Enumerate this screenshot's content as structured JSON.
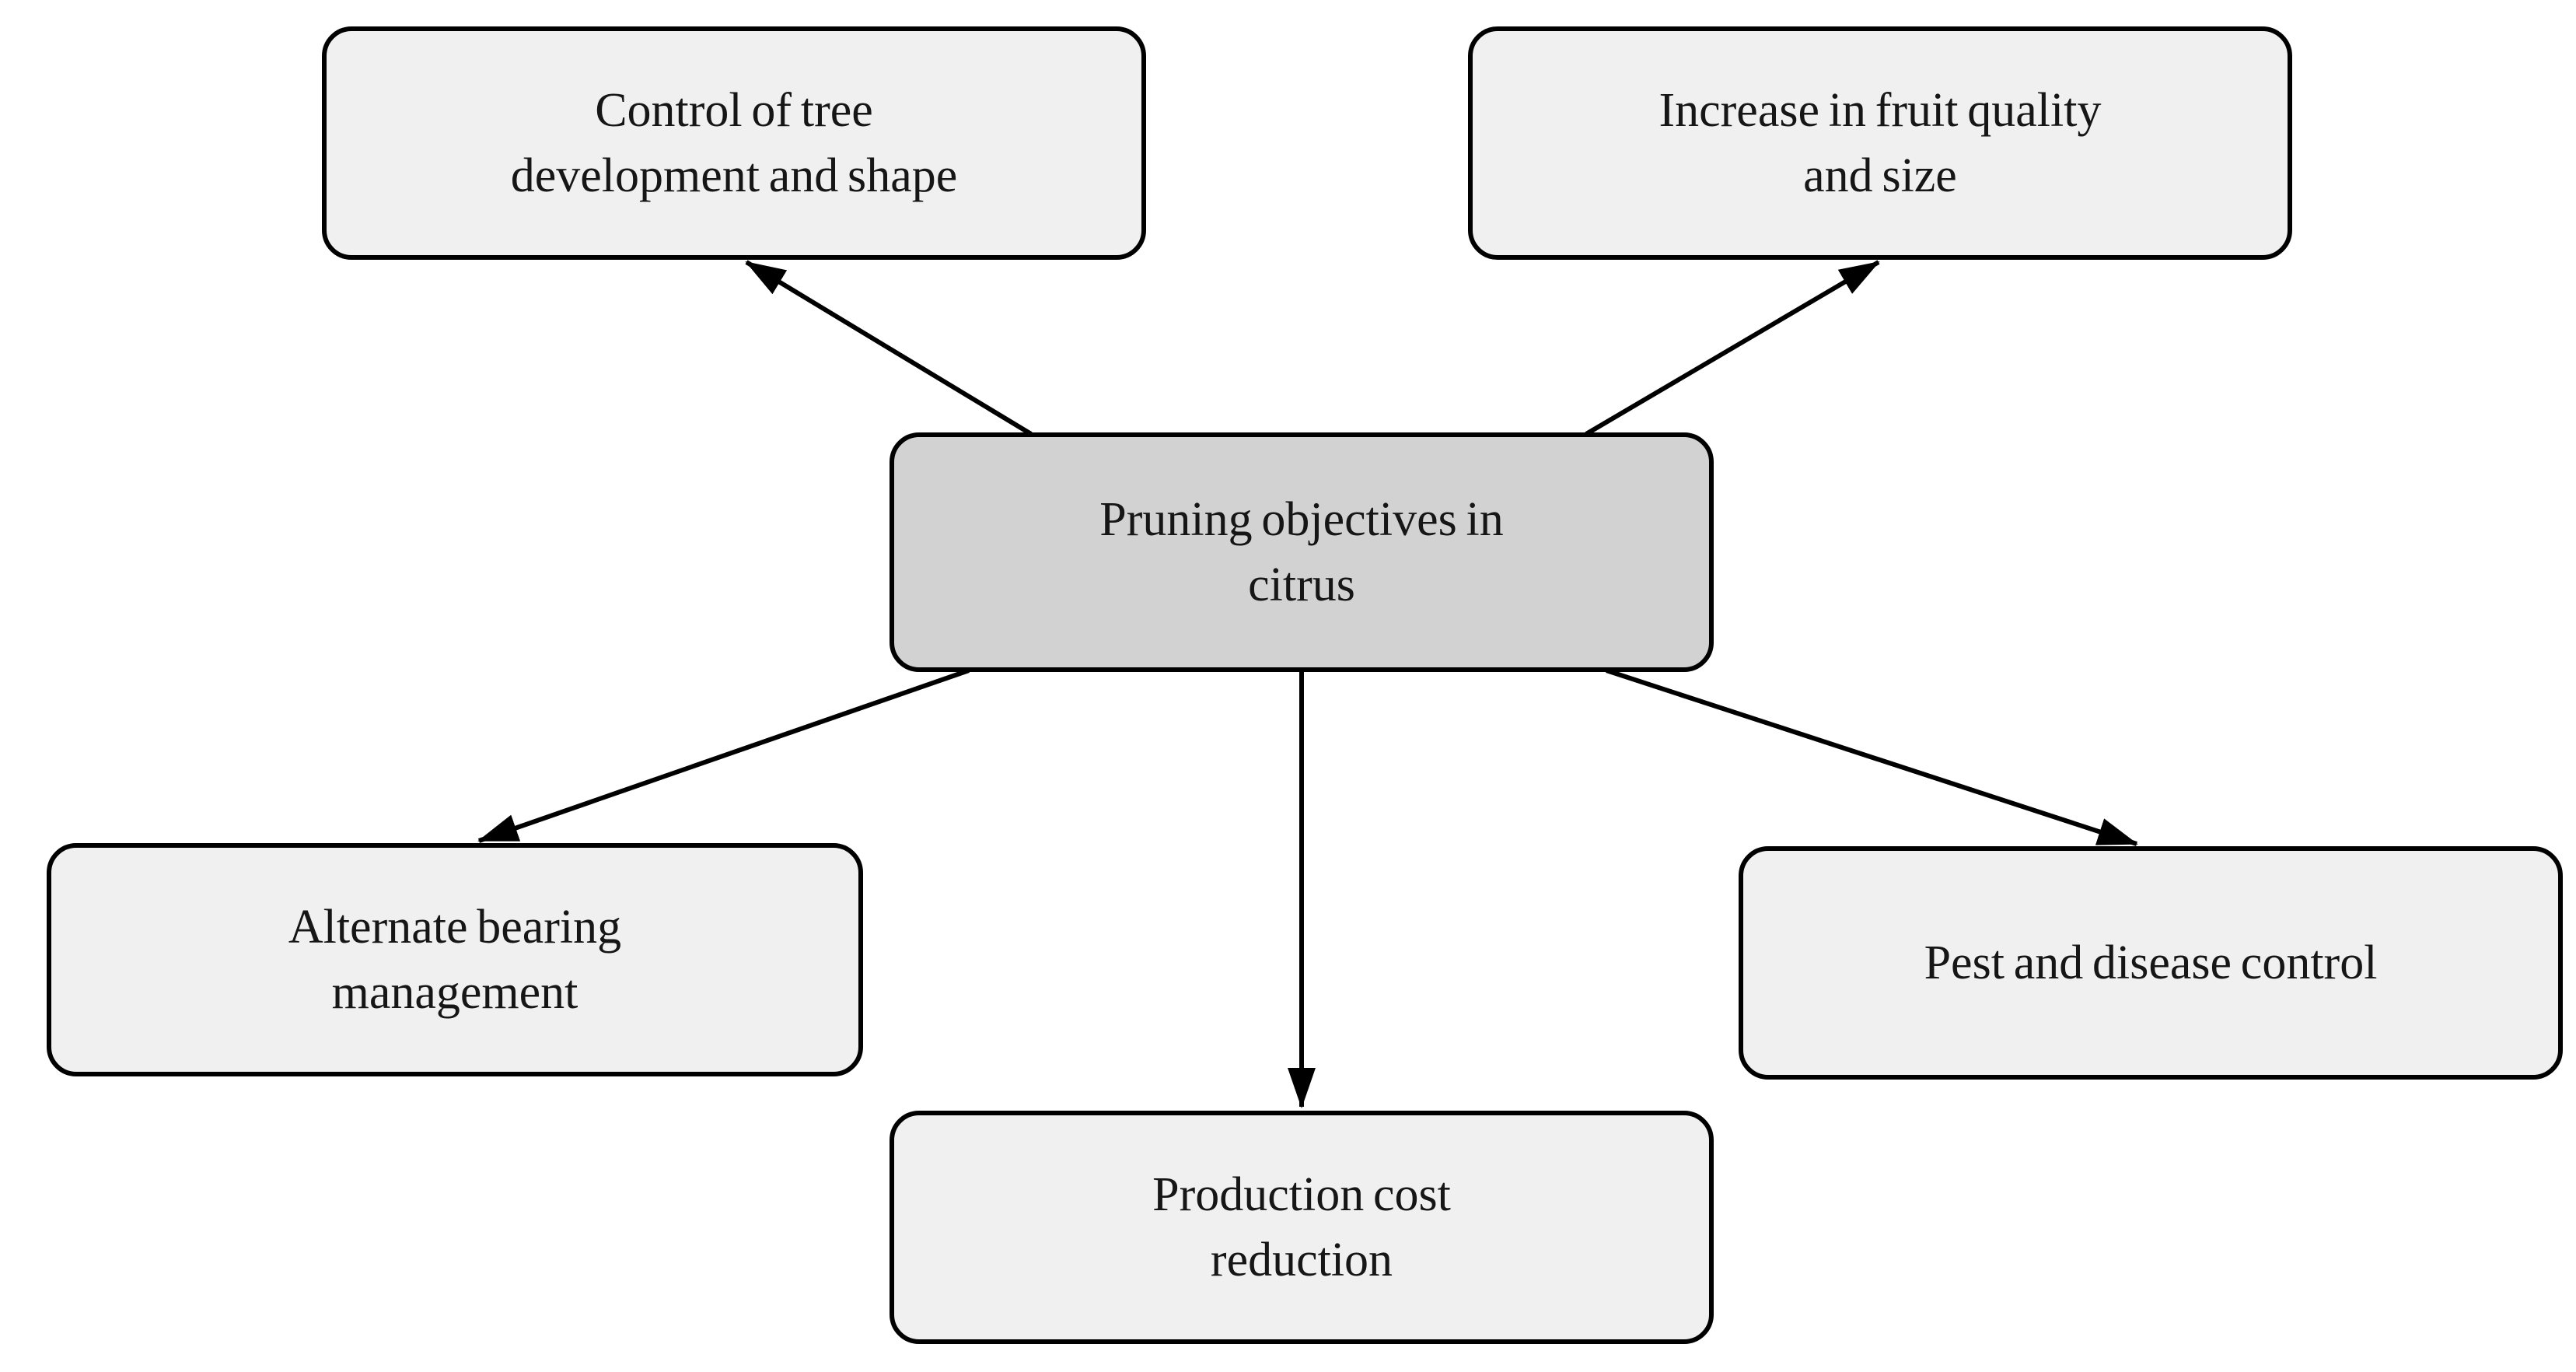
{
  "colors": {
    "center_fill": "#d2d2d2",
    "leaf_fill": "#f0f0f0",
    "border_color": "#000000",
    "line_color": "#000000",
    "text_color": "#161616",
    "background": "#ffffff"
  },
  "nodes": {
    "center": {
      "label": "Pruning objectives in\ncitrus"
    },
    "top_left": {
      "label": "Control of tree\ndevelopment and shape"
    },
    "top_right": {
      "label": "Increase in fruit quality\nand size"
    },
    "bottom_left": {
      "label": "Alternate bearing\nmanagement"
    },
    "bottom_center": {
      "label": "Production cost\nreduction"
    },
    "bottom_right": {
      "label": "Pest and disease control"
    }
  },
  "edges": [
    {
      "from": "center",
      "to": "top_left"
    },
    {
      "from": "center",
      "to": "top_right"
    },
    {
      "from": "center",
      "to": "bottom_left"
    },
    {
      "from": "center",
      "to": "bottom_center"
    },
    {
      "from": "center",
      "to": "bottom_right"
    }
  ]
}
